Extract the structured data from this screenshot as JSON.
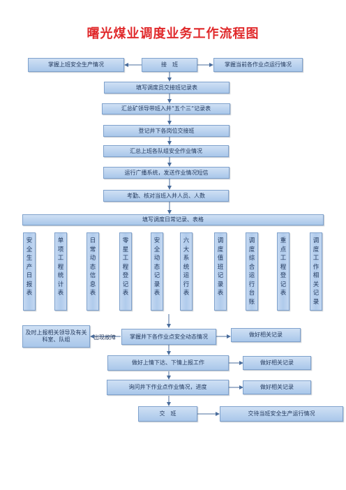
{
  "title": "曙光煤业调度业务工作流程图",
  "nodes": {
    "handover_left": "掌握上班安全生产情况",
    "take_shift": "接　班",
    "handover_right": "掌握当前各作业点运行情况",
    "fill_handover_record": "填写调度员交接班记录表",
    "summarize_leaders": "汇总矿领导带班入井“五个三”记录表",
    "register_handover": "登记井下各岗位交接班",
    "summarize_teams": "汇总上班各队组安全作业情况",
    "broadcast": "运行广播系统，发送作业情况短信",
    "attendance": "考勤、核对当班入井人员、人数",
    "daily_records": "填写调度日常记录、表格",
    "report_leaders": "及时上报相关领导及有关科室、队组",
    "fault_label": "出现故障",
    "grasp_dynamics": "掌握井下各作业点安全动态情况",
    "record_1": "做好相关记录",
    "convey": "做好上情下达、下情上报工作",
    "record_2": "做好相关记录",
    "inquire": "询问井下作业点作业情况，进度",
    "record_3": "做好相关记录",
    "hand_over": "交　班",
    "hand_over_note": "交待当班安全生产运行情况"
  },
  "record_columns": [
    "安全生产日报表",
    "单项工程统计表",
    "日常动态信息表",
    "零星工程登记表",
    "安全动态记录表",
    "六大系统运行表",
    "调度值班记录表",
    "调度综合运行台账",
    "重点工程登记表",
    "调度工作相关记录"
  ]
}
